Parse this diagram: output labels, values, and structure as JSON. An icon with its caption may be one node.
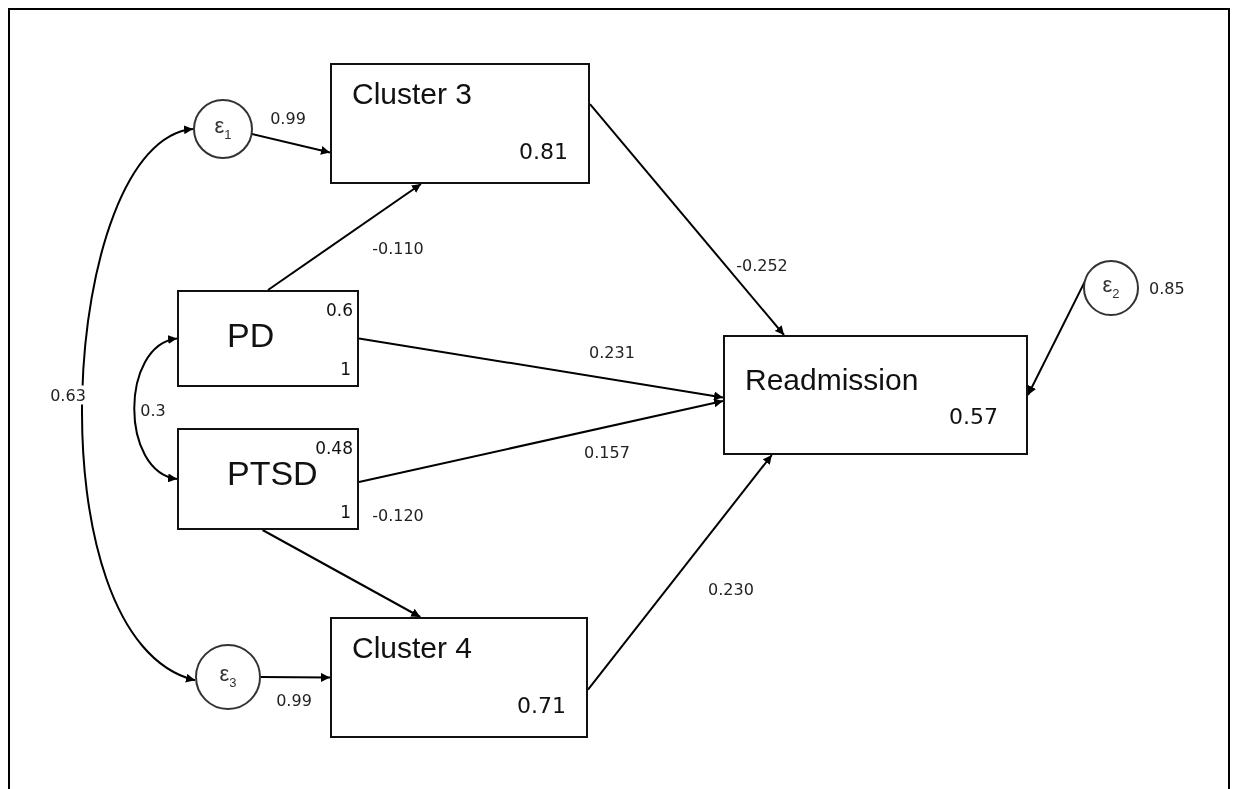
{
  "diagram": {
    "nodes": [
      {
        "text": [
          "ε$_{1}$"
        ]
      },
      {
        "text": [
          "Cluster 3",
          "0.81"
        ]
      },
      {
        "text": [
          "PD",
          "0.6",
          "1"
        ]
      },
      {
        "text": [
          "PTSD",
          "0.48",
          "1"
        ]
      },
      {
        "text": [
          "Readmission",
          "0.57"
        ]
      },
      {
        "text": [
          "ε$_{2}$"
        ],
        "beside": [
          "0.85"
        ]
      },
      {
        "text": [
          "ε$_{3}$"
        ]
      },
      {
        "text": [
          "Cluster 4",
          "0.71"
        ]
      }
    ],
    "edges": [
      {
        "from": 0,
        "to": 1,
        "arrow": "to",
        "label": "0.99"
      },
      {
        "from": 2,
        "to": 1,
        "arrow": "to",
        "label": "-0.110"
      },
      {
        "from": 1,
        "to": 4,
        "arrow": "to",
        "label": "-0.252"
      },
      {
        "from": 2,
        "to": 4,
        "arrow": "to",
        "label": "0.231"
      },
      {
        "from": 3,
        "to": 4,
        "arrow": "to",
        "label": "0.157"
      },
      {
        "from": 3,
        "to": 7,
        "arrow": "to",
        "label": "-0.120"
      },
      {
        "from": 7,
        "to": 4,
        "arrow": "to",
        "label": "0.230"
      },
      {
        "from": 5,
        "to": 4,
        "arrow": "to"
      },
      {
        "from": 6,
        "to": 7,
        "arrow": "to",
        "label": "0.99"
      },
      {
        "from": 0,
        "to": 6,
        "arrow": "both",
        "label": "0.63"
      },
      {
        "from": 2,
        "to": 3,
        "arrow": "both",
        "label": "0.3"
      }
    ]
  }
}
